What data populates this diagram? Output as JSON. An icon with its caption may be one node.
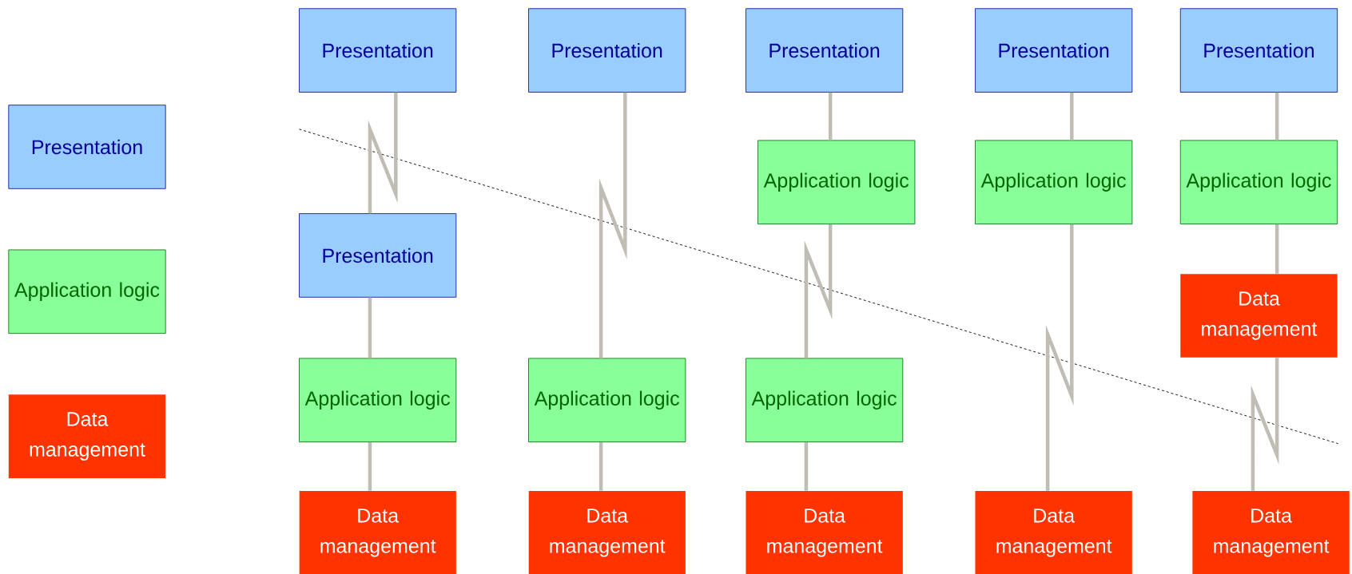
{
  "diagram": {
    "nodes": [
      {
        "text": [
          "Presentation"
        ]
      },
      {
        "text": [
          "Application logic"
        ]
      },
      {
        "text": [
          "Data management"
        ]
      },
      {
        "text": [
          "Presentation"
        ]
      },
      {
        "text": [
          "Presentation"
        ]
      },
      {
        "text": [
          "Application logic"
        ]
      },
      {
        "text": [
          "Data management"
        ]
      },
      {
        "text": [
          "Presentation"
        ]
      },
      {
        "text": [
          "Application logic"
        ]
      },
      {
        "text": [
          "Data management"
        ]
      },
      {
        "text": [
          "Presentation"
        ]
      },
      {
        "text": [
          "Application logic"
        ]
      },
      {
        "text": [
          "Application logic"
        ]
      },
      {
        "text": [
          "Data management"
        ]
      },
      {
        "text": [
          "Presentation"
        ]
      },
      {
        "text": [
          "Application logic"
        ]
      },
      {
        "text": [
          "Data management"
        ]
      },
      {
        "text": [
          "Presentation"
        ]
      },
      {
        "text": [
          "Application logic"
        ]
      },
      {
        "text": [
          "Data management"
        ]
      },
      {
        "text": [
          "Data management"
        ]
      }
    ],
    "edges": [
      {
        "from": 3,
        "to": 4,
        "arrow": "none"
      },
      {
        "from": 4,
        "to": 5,
        "arrow": "none"
      },
      {
        "from": 5,
        "to": 6,
        "arrow": "none"
      },
      {
        "from": 7,
        "to": 8,
        "arrow": "none"
      },
      {
        "from": 8,
        "to": 9,
        "arrow": "none"
      },
      {
        "from": 10,
        "to": 11,
        "arrow": "none"
      },
      {
        "from": 11,
        "to": 12,
        "arrow": "none"
      },
      {
        "from": 12,
        "to": 13,
        "arrow": "none"
      },
      {
        "from": 14,
        "to": 15,
        "arrow": "none"
      },
      {
        "from": 15,
        "to": 16,
        "arrow": "none"
      },
      {
        "from": 17,
        "to": 18,
        "arrow": "none"
      },
      {
        "from": 18,
        "to": 19,
        "arrow": "none"
      },
      {
        "from": 19,
        "to": 20,
        "arrow": "none"
      }
    ]
  }
}
